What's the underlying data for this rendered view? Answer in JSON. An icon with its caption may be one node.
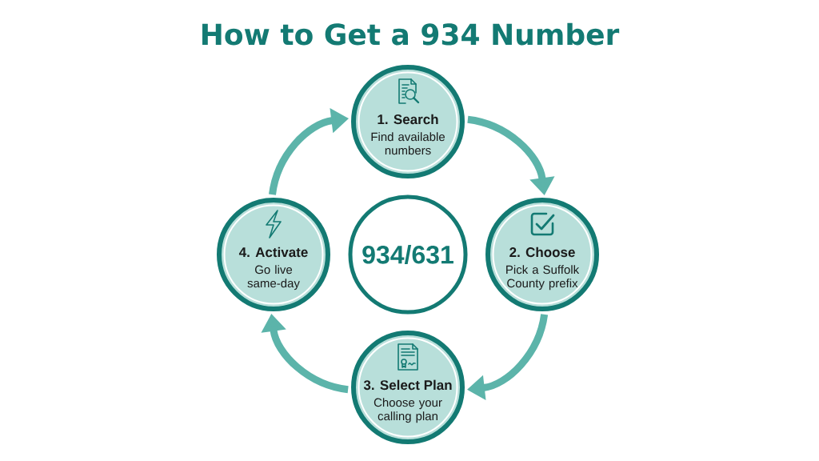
{
  "diagram": {
    "title": "How to Get a 934 Number",
    "nodes": [
      {
        "text": [
          "1. Search",
          "Find available numbers"
        ]
      },
      {
        "text": [
          "2. Choose",
          "Pick a Suffolk County prefix"
        ]
      },
      {
        "text": [
          "3. Select Plan",
          "Choose your calling plan"
        ]
      },
      {
        "text": [
          "4. Activate",
          "Go live same-day"
        ]
      },
      {
        "text": [
          "934/631"
        ]
      }
    ],
    "edges": [
      {
        "from": 0,
        "to": 1,
        "arrow": "to"
      },
      {
        "from": 1,
        "to": 2,
        "arrow": "to"
      },
      {
        "from": 2,
        "to": 3,
        "arrow": "to"
      },
      {
        "from": 3,
        "to": 0,
        "arrow": "to"
      }
    ]
  }
}
